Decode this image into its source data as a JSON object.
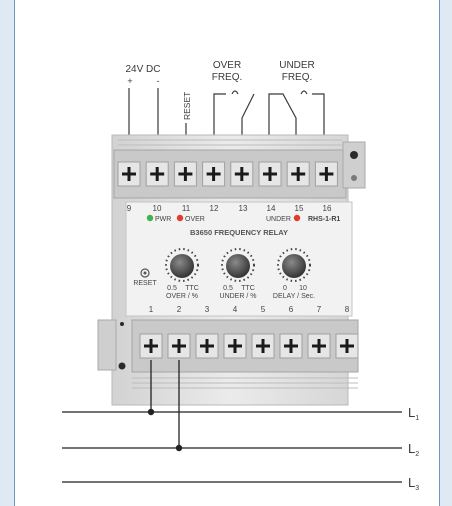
{
  "top_labels": {
    "supply": "24V DC",
    "plus": "+",
    "minus": "-",
    "reset": "RESET",
    "over_l1": "OVER",
    "over_l2": "FREQ.",
    "under_l1": "UNDER",
    "under_l2": "FREQ."
  },
  "top_terminal_numbers": [
    "9",
    "10",
    "11",
    "12",
    "13",
    "14",
    "15",
    "16"
  ],
  "bottom_terminal_numbers": [
    "1",
    "2",
    "3",
    "4",
    "5",
    "6",
    "7",
    "8"
  ],
  "panel": {
    "led_pwr": "PWR",
    "led_over": "OVER",
    "led_under": "UNDER",
    "brand": "RHS-1-R1",
    "title": "B3650 FREQUENCY RELAY",
    "reset_label": "RESET",
    "knobs": [
      {
        "min": "0.5",
        "max": "TTC",
        "caption": "OVER / %"
      },
      {
        "min": "0.5",
        "max": "TTC",
        "caption": "UNDER / %"
      },
      {
        "min": "0",
        "max": "10",
        "caption": "DELAY / Sec."
      }
    ]
  },
  "lines": [
    {
      "label": "L",
      "sub": "1"
    },
    {
      "label": "L",
      "sub": "2"
    },
    {
      "label": "L",
      "sub": "3"
    }
  ],
  "colors": {
    "frame_border": "#6f97c3",
    "page_bg": "#dfe9f3",
    "led_green": "#3fb24a",
    "led_red": "#e23b2a"
  }
}
